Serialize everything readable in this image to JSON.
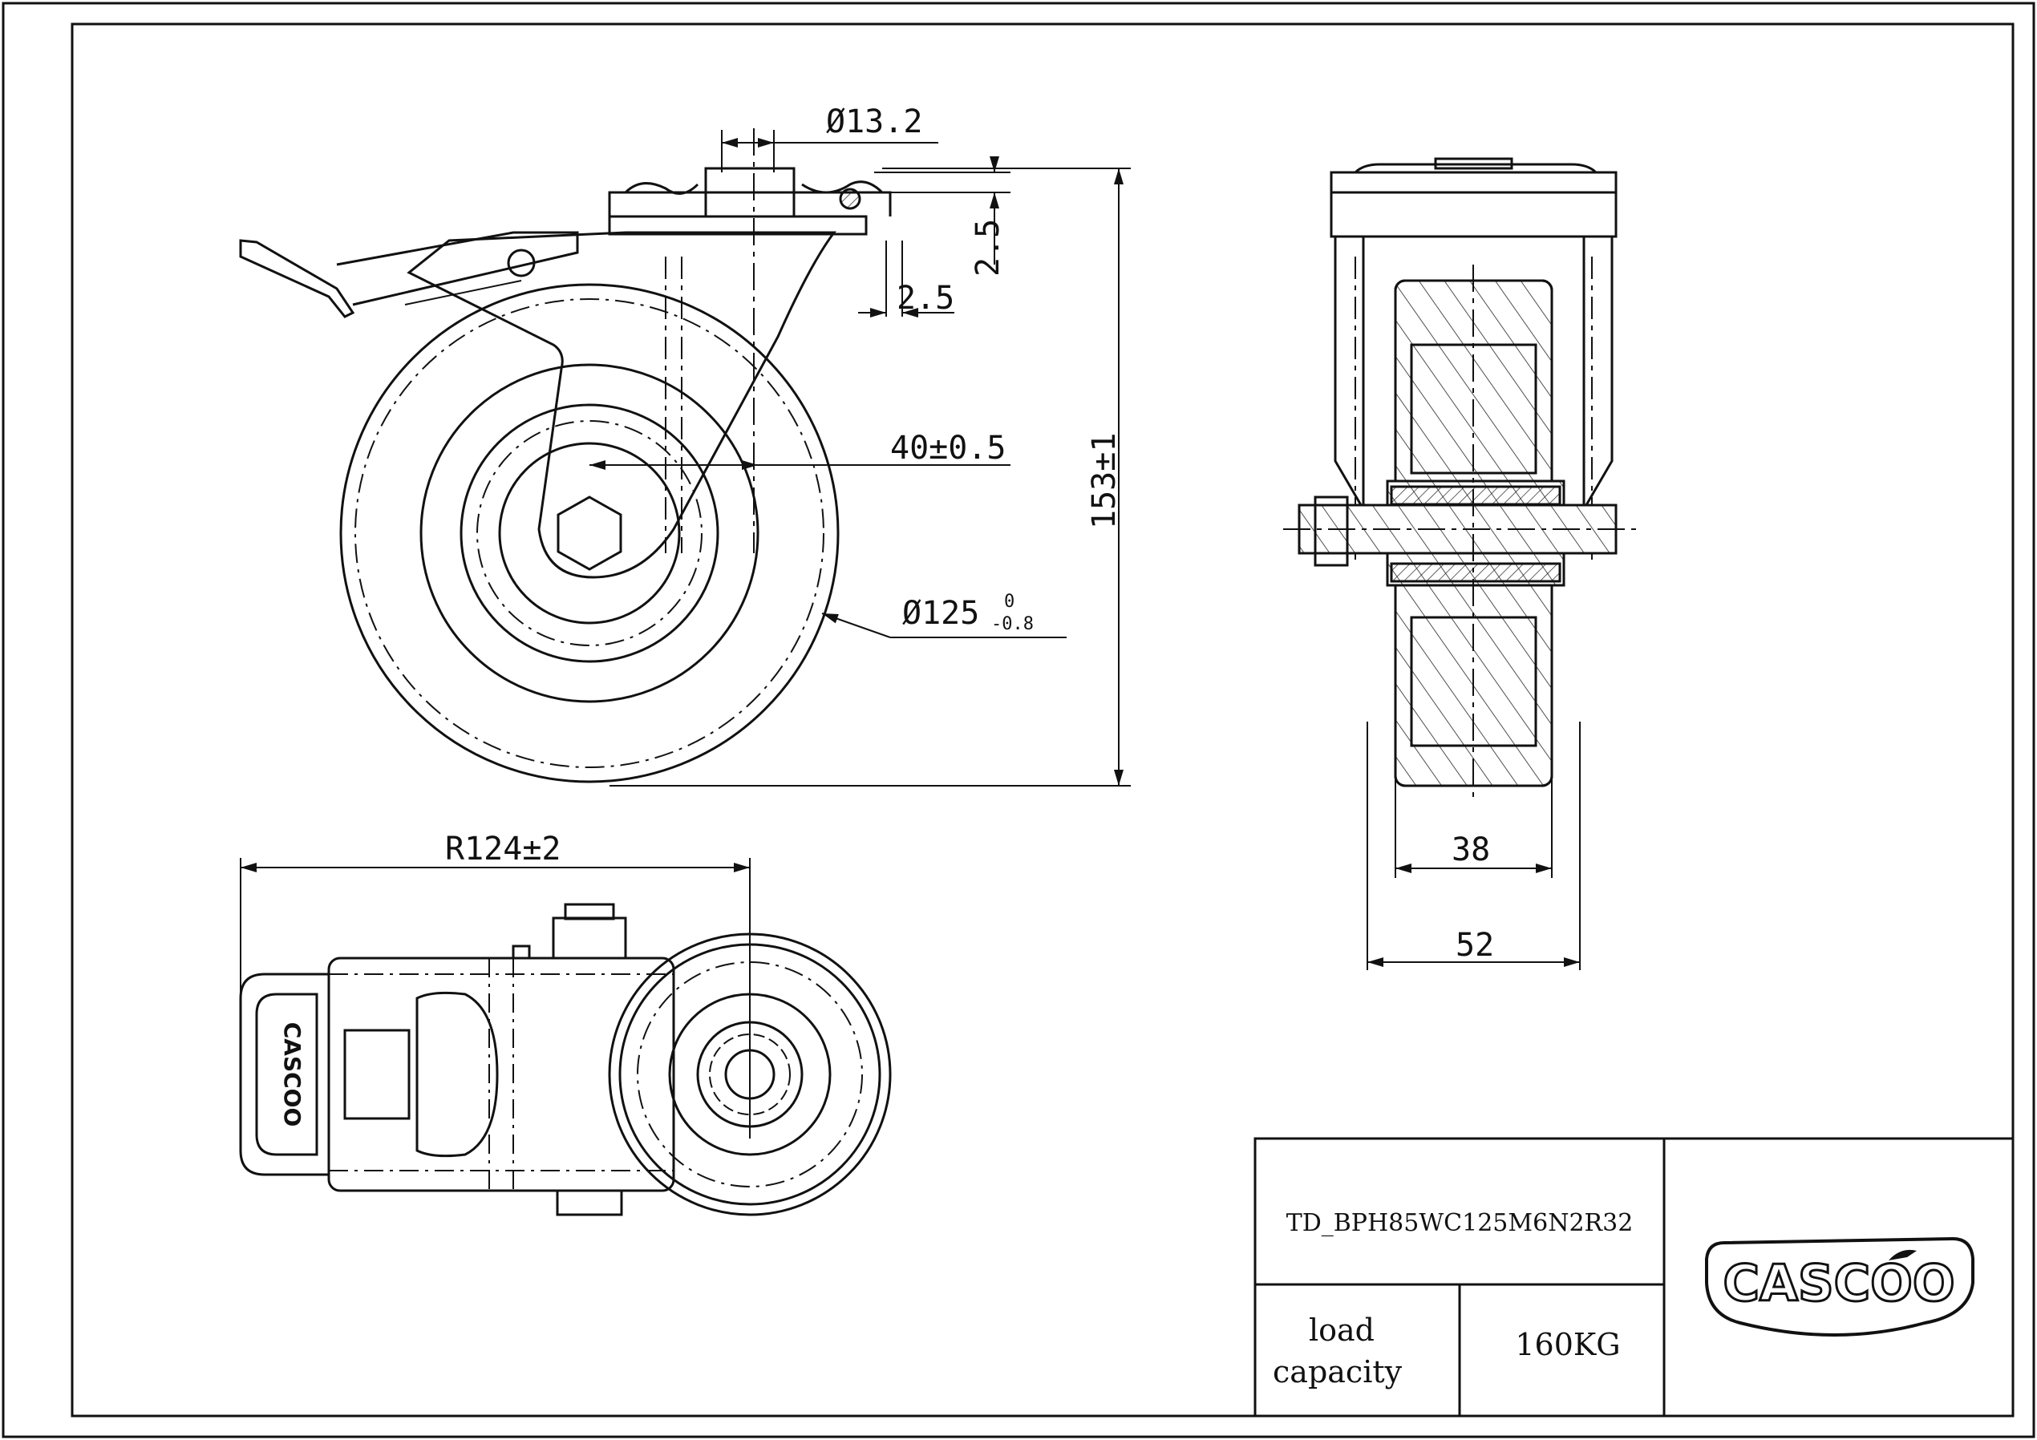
{
  "dimensions": {
    "bolt_hole": "Ø13.2",
    "plate_thickness": "2.5",
    "plate_offset": "2.5",
    "swivel_offset": "40±0.5",
    "overall_height": "153±1",
    "wheel_diameter_base": "Ø125",
    "wheel_tol_upper": "0",
    "wheel_tol_lower": "-0.8",
    "swivel_radius": "R124±2",
    "wheel_width": "38",
    "overall_width": "52"
  },
  "title_block": {
    "part_number": "TD_BPH85WC125M6N2R32",
    "load_label_line1": "load",
    "load_label_line2": "capacity",
    "load_value": "160KG",
    "logo_text": "CASCOO"
  },
  "colors": {
    "line": "#111111",
    "background": "#ffffff"
  }
}
